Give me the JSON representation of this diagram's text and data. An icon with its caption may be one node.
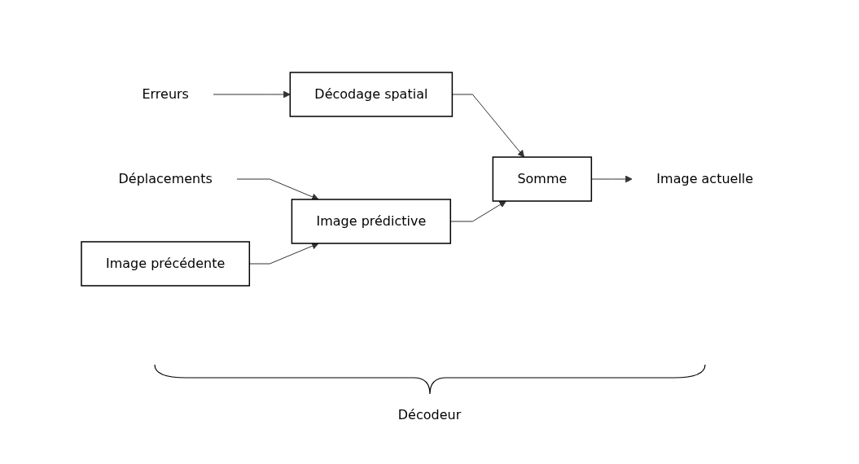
{
  "diagram": {
    "nodes": [
      {
        "text": [
          "Erreurs"
        ]
      },
      {
        "text": [
          "Décodage spatial"
        ]
      },
      {
        "text": [
          "Déplacements"
        ]
      },
      {
        "text": [
          "Image prédictive"
        ]
      },
      {
        "text": [
          "Somme"
        ]
      },
      {
        "text": [
          "Image actuelle"
        ]
      },
      {
        "text": [
          "Image précédente"
        ]
      }
    ],
    "edges": [
      {
        "from": 0,
        "to": 1,
        "arrow": "to"
      },
      {
        "from": 1,
        "to": 4,
        "arrow": "to"
      },
      {
        "from": 2,
        "to": 3,
        "arrow": "to"
      },
      {
        "from": 3,
        "to": 4,
        "arrow": "to"
      },
      {
        "from": 4,
        "to": 5,
        "arrow": "to"
      },
      {
        "from": 6,
        "to": 3,
        "arrow": "to"
      }
    ],
    "labels": [
      "Décodeur"
    ]
  }
}
